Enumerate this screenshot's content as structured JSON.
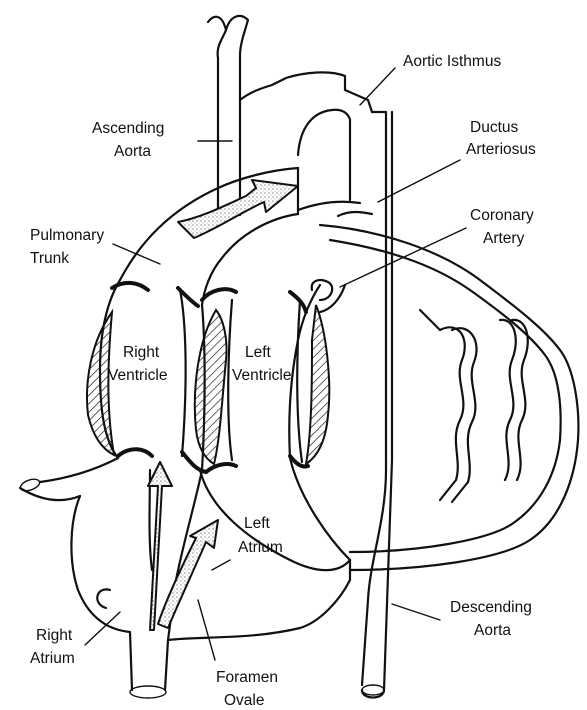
{
  "labels": {
    "aortic_isthmus": "Aortic Isthmus",
    "ascending_aorta_1": "Ascending",
    "ascending_aorta_2": "Aorta",
    "ductus_arteriosus_1": "Ductus",
    "ductus_arteriosus_2": "Arteriosus",
    "coronary_artery_1": "Coronary",
    "coronary_artery_2": "Artery",
    "pulmonary_trunk_1": "Pulmonary",
    "pulmonary_trunk_2": "Trunk",
    "right_ventricle_1": "Right",
    "right_ventricle_2": "Ventricle",
    "left_ventricle_1": "Left",
    "left_ventricle_2": "Ventricle",
    "left_atrium_1": "Left",
    "left_atrium_2": "Atrium",
    "right_atrium_1": "Right",
    "right_atrium_2": "Atrium",
    "foramen_ovale_1": "Foramen",
    "foramen_ovale_2": "Ovale",
    "descending_aorta_1": "Descending",
    "descending_aorta_2": "Aorta"
  }
}
